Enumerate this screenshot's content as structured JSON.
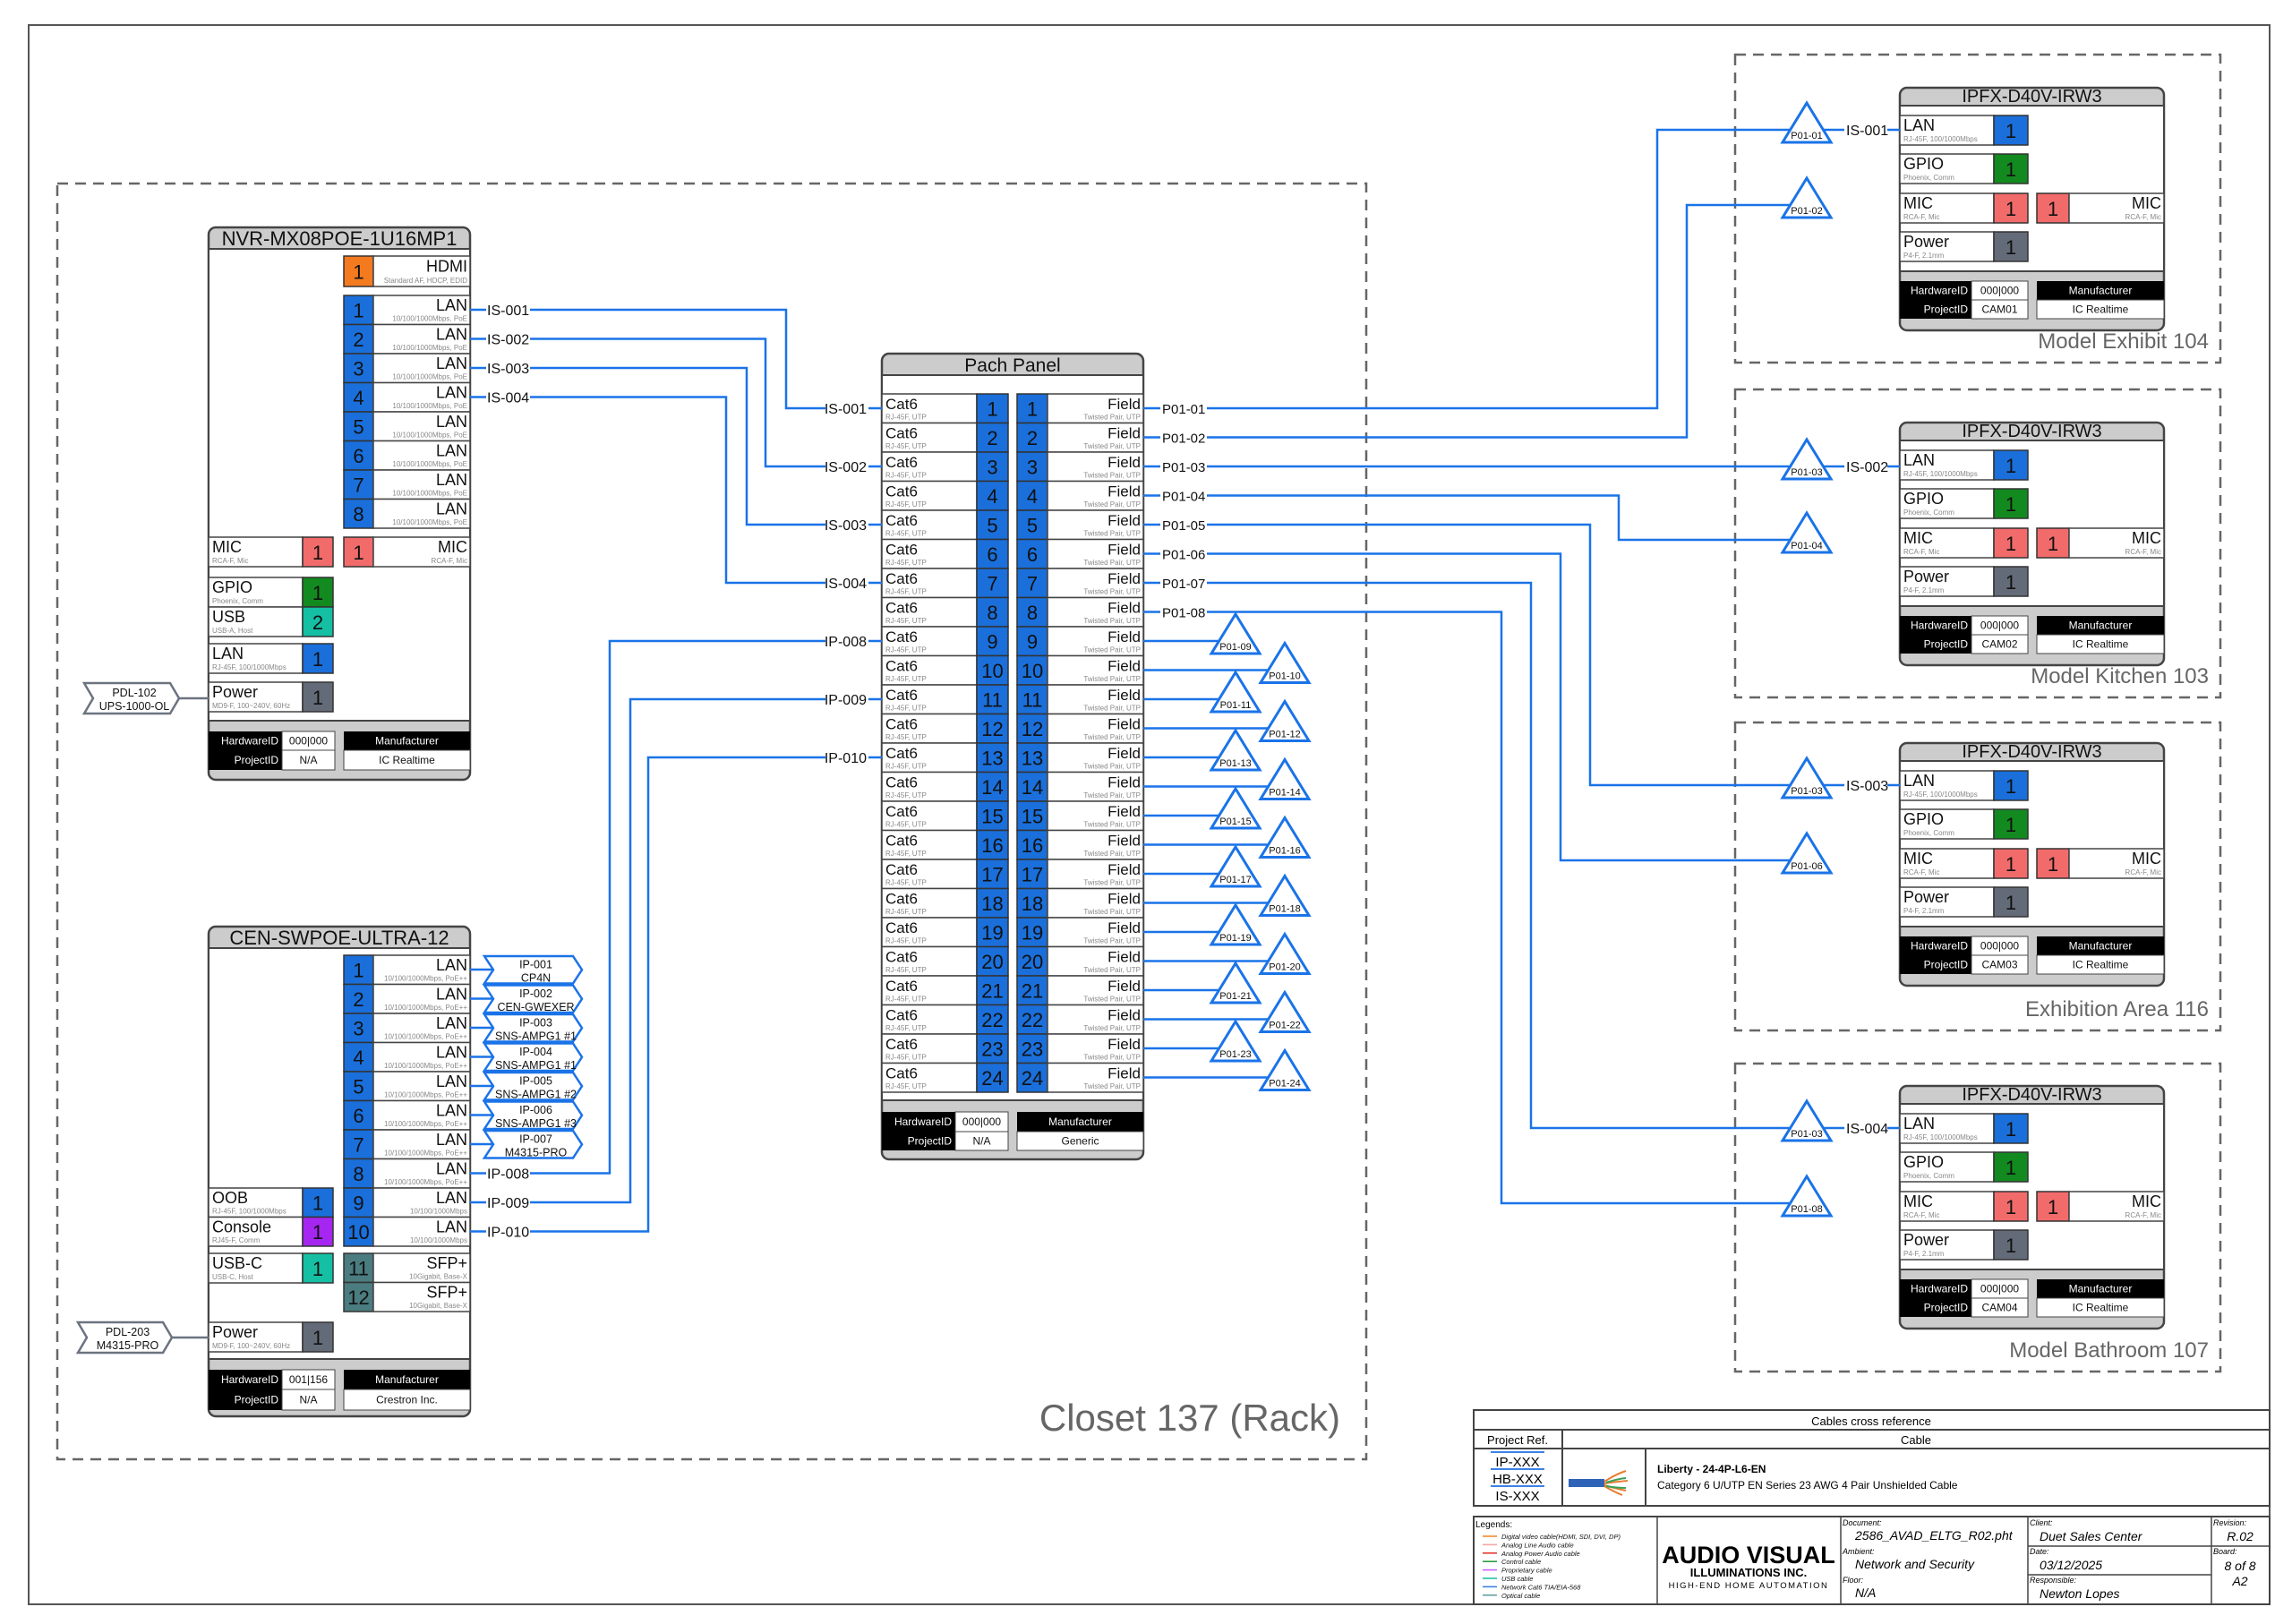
{
  "colors": {
    "wire": "#1a73e8",
    "lan": "#1a6fdb",
    "hdmi": "#f47a20",
    "mic": "#f26b6b",
    "gpio": "#138a1f",
    "usb": "#15bfa3",
    "power": "#646b78",
    "console": "#a526f0",
    "sfp": "#4b7c80",
    "frame_gray": "#cccccc"
  },
  "closet": {
    "label": "Closet 137 (Rack)"
  },
  "nvr": {
    "title": "NVR-MX08POE-1U16MP1",
    "ports": [
      {
        "num": "1",
        "name": "HDMI",
        "desc": "Standard AF, HDCP, EDID",
        "type": "hdmi"
      },
      {
        "num": "1",
        "name": "LAN",
        "desc": "10/100/1000Mbps, PoE",
        "type": "lan"
      },
      {
        "num": "2",
        "name": "LAN",
        "desc": "10/100/1000Mbps, PoE",
        "type": "lan"
      },
      {
        "num": "3",
        "name": "LAN",
        "desc": "10/100/1000Mbps, PoE",
        "type": "lan"
      },
      {
        "num": "4",
        "name": "LAN",
        "desc": "10/100/1000Mbps, PoE",
        "type": "lan"
      },
      {
        "num": "5",
        "name": "LAN",
        "desc": "10/100/1000Mbps, PoE",
        "type": "lan"
      },
      {
        "num": "6",
        "name": "LAN",
        "desc": "10/100/1000Mbps, PoE",
        "type": "lan"
      },
      {
        "num": "7",
        "name": "LAN",
        "desc": "10/100/1000Mbps, PoE",
        "type": "lan"
      },
      {
        "num": "8",
        "name": "LAN",
        "desc": "10/100/1000Mbps, PoE",
        "type": "lan"
      },
      {
        "num": "1",
        "name": "MIC",
        "desc": "RCA-F, Mic",
        "type": "mic"
      },
      {
        "num": "1",
        "name": "MIC",
        "desc": "RCA-F, Mic",
        "type": "mic"
      },
      {
        "num": "1",
        "name": "GPIO",
        "desc": "Phoenix, Comm",
        "type": "gpio"
      },
      {
        "num": "2",
        "name": "USB",
        "desc": "USB-A, Host",
        "type": "usb"
      },
      {
        "num": "1",
        "name": "LAN",
        "desc": "RJ-45F, 100/1000Mbps",
        "type": "lan"
      },
      {
        "num": "1",
        "name": "Power",
        "desc": "MD9-F, 100~240V, 60Hz",
        "type": "power"
      }
    ],
    "footer": {
      "hardware_id_label": "HardwareID",
      "hardware_id": "000|000",
      "project_id_label": "ProjectID",
      "project_id": "N/A",
      "manufacturer_label": "Manufacturer",
      "manufacturer": "IC Realtime"
    },
    "power_source": [
      "PDL-102",
      "UPS-1000-OL"
    ]
  },
  "switch": {
    "title": "CEN-SWPOE-ULTRA-12",
    "ports": [
      {
        "num": "1",
        "name": "LAN",
        "desc": "10/100/1000Mbps, PoE++",
        "type": "lan"
      },
      {
        "num": "2",
        "name": "LAN",
        "desc": "10/100/1000Mbps, PoE++",
        "type": "lan"
      },
      {
        "num": "3",
        "name": "LAN",
        "desc": "10/100/1000Mbps, PoE++",
        "type": "lan"
      },
      {
        "num": "4",
        "name": "LAN",
        "desc": "10/100/1000Mbps, PoE++",
        "type": "lan"
      },
      {
        "num": "5",
        "name": "LAN",
        "desc": "10/100/1000Mbps, PoE++",
        "type": "lan"
      },
      {
        "num": "6",
        "name": "LAN",
        "desc": "10/100/1000Mbps, PoE++",
        "type": "lan"
      },
      {
        "num": "7",
        "name": "LAN",
        "desc": "10/100/1000Mbps, PoE++",
        "type": "lan"
      },
      {
        "num": "8",
        "name": "LAN",
        "desc": "10/100/1000Mbps, PoE++",
        "type": "lan"
      },
      {
        "num": "9",
        "name": "LAN",
        "desc": "10/100/1000Mbps",
        "type": "lan"
      },
      {
        "num": "10",
        "name": "LAN",
        "desc": "10/100/1000Mbps",
        "type": "lan"
      },
      {
        "num": "11",
        "name": "SFP+",
        "desc": "10Gigabit, Base-X",
        "type": "sfp"
      },
      {
        "num": "12",
        "name": "SFP+",
        "desc": "10Gigabit, Base-X",
        "type": "sfp"
      },
      {
        "num": "1",
        "name": "OOB",
        "desc": "RJ-45F, 100/1000Mbps",
        "type": "lan"
      },
      {
        "num": "1",
        "name": "Console",
        "desc": "RJ45-F, Comm",
        "type": "console"
      },
      {
        "num": "1",
        "name": "USB-C",
        "desc": "USB-C, Host",
        "type": "usb"
      },
      {
        "num": "1",
        "name": "Power",
        "desc": "MD9-F, 100~240V, 60Hz",
        "type": "power"
      }
    ],
    "footer": {
      "hardware_id_label": "HardwareID",
      "hardware_id": "001|156",
      "project_id_label": "ProjectID",
      "project_id": "N/A",
      "manufacturer_label": "Manufacturer",
      "manufacturer": "Crestron Inc."
    },
    "power_source": [
      "PDL-203",
      "M4315-PRO"
    ],
    "ip_tags": [
      {
        "id": "IP-001",
        "device": "CP4N"
      },
      {
        "id": "IP-002",
        "device": "CEN-GWEXER"
      },
      {
        "id": "IP-003",
        "device": "SNS-AMPG1 #1"
      },
      {
        "id": "IP-004",
        "device": "SNS-AMPG1 #1"
      },
      {
        "id": "IP-005",
        "device": "SNS-AMPG1 #2"
      },
      {
        "id": "IP-006",
        "device": "SNS-AMPG1 #3"
      },
      {
        "id": "IP-007",
        "device": "M4315-PRO"
      }
    ]
  },
  "nvr_links": [
    {
      "port": "1",
      "label": "IS-001",
      "panel_port": "1"
    },
    {
      "port": "2",
      "label": "IS-002",
      "panel_port": "3"
    },
    {
      "port": "3",
      "label": "IS-003",
      "panel_port": "5"
    },
    {
      "port": "4",
      "label": "IS-004",
      "panel_port": "7"
    }
  ],
  "switch_links": [
    {
      "port": "8",
      "label": "IP-008",
      "panel_port": "9"
    },
    {
      "port": "9",
      "label": "IP-009",
      "panel_port": "11"
    },
    {
      "port": "10",
      "label": "IP-010",
      "panel_port": "13"
    }
  ],
  "panel": {
    "title": "Pach Panel",
    "rows": [
      {
        "num": "1",
        "in": {
          "name": "Cat6",
          "desc": "RJ-45F, UTP"
        },
        "out": {
          "name": "Field",
          "desc": "Twisted Pair, UTP"
        }
      },
      {
        "num": "2",
        "in": {
          "name": "Cat6",
          "desc": "RJ-45F, UTP"
        },
        "out": {
          "name": "Field",
          "desc": "Twisted Pair, UTP"
        }
      },
      {
        "num": "3",
        "in": {
          "name": "Cat6",
          "desc": "RJ-45F, UTP"
        },
        "out": {
          "name": "Field",
          "desc": "Twisted Pair, UTP"
        }
      },
      {
        "num": "4",
        "in": {
          "name": "Cat6",
          "desc": "RJ-45F, UTP"
        },
        "out": {
          "name": "Field",
          "desc": "Twisted Pair, UTP"
        }
      },
      {
        "num": "5",
        "in": {
          "name": "Cat6",
          "desc": "RJ-45F, UTP"
        },
        "out": {
          "name": "Field",
          "desc": "Twisted Pair, UTP"
        }
      },
      {
        "num": "6",
        "in": {
          "name": "Cat6",
          "desc": "RJ-45F, UTP"
        },
        "out": {
          "name": "Field",
          "desc": "Twisted Pair, UTP"
        }
      },
      {
        "num": "7",
        "in": {
          "name": "Cat6",
          "desc": "RJ-45F, UTP"
        },
        "out": {
          "name": "Field",
          "desc": "Twisted Pair, UTP"
        }
      },
      {
        "num": "8",
        "in": {
          "name": "Cat6",
          "desc": "RJ-45F, UTP"
        },
        "out": {
          "name": "Field",
          "desc": "Twisted Pair, UTP"
        }
      },
      {
        "num": "9",
        "in": {
          "name": "Cat6",
          "desc": "RJ-45F, UTP"
        },
        "out": {
          "name": "Field",
          "desc": "Twisted Pair, UTP"
        }
      },
      {
        "num": "10",
        "in": {
          "name": "Cat6",
          "desc": "RJ-45F, UTP"
        },
        "out": {
          "name": "Field",
          "desc": "Twisted Pair, UTP"
        }
      },
      {
        "num": "11",
        "in": {
          "name": "Cat6",
          "desc": "RJ-45F, UTP"
        },
        "out": {
          "name": "Field",
          "desc": "Twisted Pair, UTP"
        }
      },
      {
        "num": "12",
        "in": {
          "name": "Cat6",
          "desc": "RJ-45F, UTP"
        },
        "out": {
          "name": "Field",
          "desc": "Twisted Pair, UTP"
        }
      },
      {
        "num": "13",
        "in": {
          "name": "Cat6",
          "desc": "RJ-45F, UTP"
        },
        "out": {
          "name": "Field",
          "desc": "Twisted Pair, UTP"
        }
      },
      {
        "num": "14",
        "in": {
          "name": "Cat6",
          "desc": "RJ-45F, UTP"
        },
        "out": {
          "name": "Field",
          "desc": "Twisted Pair, UTP"
        }
      },
      {
        "num": "15",
        "in": {
          "name": "Cat6",
          "desc": "RJ-45F, UTP"
        },
        "out": {
          "name": "Field",
          "desc": "Twisted Pair, UTP"
        }
      },
      {
        "num": "16",
        "in": {
          "name": "Cat6",
          "desc": "RJ-45F, UTP"
        },
        "out": {
          "name": "Field",
          "desc": "Twisted Pair, UTP"
        }
      },
      {
        "num": "17",
        "in": {
          "name": "Cat6",
          "desc": "RJ-45F, UTP"
        },
        "out": {
          "name": "Field",
          "desc": "Twisted Pair, UTP"
        }
      },
      {
        "num": "18",
        "in": {
          "name": "Cat6",
          "desc": "RJ-45F, UTP"
        },
        "out": {
          "name": "Field",
          "desc": "Twisted Pair, UTP"
        }
      },
      {
        "num": "19",
        "in": {
          "name": "Cat6",
          "desc": "RJ-45F, UTP"
        },
        "out": {
          "name": "Field",
          "desc": "Twisted Pair, UTP"
        }
      },
      {
        "num": "20",
        "in": {
          "name": "Cat6",
          "desc": "RJ-45F, UTP"
        },
        "out": {
          "name": "Field",
          "desc": "Twisted Pair, UTP"
        }
      },
      {
        "num": "21",
        "in": {
          "name": "Cat6",
          "desc": "RJ-45F, UTP"
        },
        "out": {
          "name": "Field",
          "desc": "Twisted Pair, UTP"
        }
      },
      {
        "num": "22",
        "in": {
          "name": "Cat6",
          "desc": "RJ-45F, UTP"
        },
        "out": {
          "name": "Field",
          "desc": "Twisted Pair, UTP"
        }
      },
      {
        "num": "23",
        "in": {
          "name": "Cat6",
          "desc": "RJ-45F, UTP"
        },
        "out": {
          "name": "Field",
          "desc": "Twisted Pair, UTP"
        }
      },
      {
        "num": "24",
        "in": {
          "name": "Cat6",
          "desc": "RJ-45F, UTP"
        },
        "out": {
          "name": "Field",
          "desc": "Twisted Pair, UTP"
        }
      }
    ],
    "footer": {
      "hardware_id_label": "HardwareID",
      "hardware_id": "000|000",
      "project_id_label": "ProjectID",
      "project_id": "N/A",
      "manufacturer_label": "Manufacturer",
      "manufacturer": "Generic"
    },
    "out_labels": [
      "P01-01",
      "P01-02",
      "P01-03",
      "P01-04",
      "P01-05",
      "P01-06",
      "P01-07",
      "P01-08"
    ],
    "field_tags": [
      "P01-09",
      "P01-10",
      "P01-11",
      "P01-12",
      "P01-13",
      "P01-14",
      "P01-15",
      "P01-16",
      "P01-17",
      "P01-18",
      "P01-19",
      "P01-20",
      "P01-21",
      "P01-22",
      "P01-23",
      "P01-24"
    ]
  },
  "cameras": [
    {
      "area": "Model Exhibit 104",
      "title": "IPFX-D40V-IRW3",
      "cable": "IS-001",
      "tags": [
        "P01-01",
        "P01-02"
      ],
      "ports": [
        {
          "num": "1",
          "name": "LAN",
          "desc": "RJ-45F, 100/1000Mbps",
          "type": "lan"
        },
        {
          "num": "1",
          "name": "GPIO",
          "desc": "Phoenix, Comm",
          "type": "gpio"
        },
        {
          "num": "1",
          "name": "MIC",
          "desc": "RCA-F, Mic",
          "type": "mic"
        },
        {
          "num": "1",
          "name": "MIC",
          "desc": "RCA-F, Mic",
          "type": "mic"
        },
        {
          "num": "1",
          "name": "Power",
          "desc": "P4-F, 2.1mm",
          "type": "power"
        }
      ],
      "footer": {
        "hardware_id_label": "HardwareID",
        "hardware_id": "000|000",
        "project_id_label": "ProjectID",
        "project_id": "CAM01",
        "manufacturer_label": "Manufacturer",
        "manufacturer": "IC Realtime"
      }
    },
    {
      "area": "Model Kitchen 103",
      "title": "IPFX-D40V-IRW3",
      "cable": "IS-002",
      "tags": [
        "P01-03",
        "P01-04"
      ],
      "ports": [
        {
          "num": "1",
          "name": "LAN",
          "desc": "RJ-45F, 100/1000Mbps",
          "type": "lan"
        },
        {
          "num": "1",
          "name": "GPIO",
          "desc": "Phoenix, Comm",
          "type": "gpio"
        },
        {
          "num": "1",
          "name": "MIC",
          "desc": "RCA-F, Mic",
          "type": "mic"
        },
        {
          "num": "1",
          "name": "MIC",
          "desc": "RCA-F, Mic",
          "type": "mic"
        },
        {
          "num": "1",
          "name": "Power",
          "desc": "P4-F, 2.1mm",
          "type": "power"
        }
      ],
      "footer": {
        "hardware_id_label": "HardwareID",
        "hardware_id": "000|000",
        "project_id_label": "ProjectID",
        "project_id": "CAM02",
        "manufacturer_label": "Manufacturer",
        "manufacturer": "IC Realtime"
      }
    },
    {
      "area": "Exhibition Area 116",
      "title": "IPFX-D40V-IRW3",
      "cable": "IS-003",
      "tags": [
        "P01-03",
        "P01-06"
      ],
      "ports": [
        {
          "num": "1",
          "name": "LAN",
          "desc": "RJ-45F, 100/1000Mbps",
          "type": "lan"
        },
        {
          "num": "1",
          "name": "GPIO",
          "desc": "Phoenix, Comm",
          "type": "gpio"
        },
        {
          "num": "1",
          "name": "MIC",
          "desc": "RCA-F, Mic",
          "type": "mic"
        },
        {
          "num": "1",
          "name": "MIC",
          "desc": "RCA-F, Mic",
          "type": "mic"
        },
        {
          "num": "1",
          "name": "Power",
          "desc": "P4-F, 2.1mm",
          "type": "power"
        }
      ],
      "footer": {
        "hardware_id_label": "HardwareID",
        "hardware_id": "000|000",
        "project_id_label": "ProjectID",
        "project_id": "CAM03",
        "manufacturer_label": "Manufacturer",
        "manufacturer": "IC Realtime"
      }
    },
    {
      "area": "Model Bathroom 107",
      "title": "IPFX-D40V-IRW3",
      "cable": "IS-004",
      "tags": [
        "P01-03",
        "P01-08"
      ],
      "ports": [
        {
          "num": "1",
          "name": "LAN",
          "desc": "RJ-45F, 100/1000Mbps",
          "type": "lan"
        },
        {
          "num": "1",
          "name": "GPIO",
          "desc": "Phoenix, Comm",
          "type": "gpio"
        },
        {
          "num": "1",
          "name": "MIC",
          "desc": "RCA-F, Mic",
          "type": "mic"
        },
        {
          "num": "1",
          "name": "MIC",
          "desc": "RCA-F, Mic",
          "type": "mic"
        },
        {
          "num": "1",
          "name": "Power",
          "desc": "P4-F, 2.1mm",
          "type": "power"
        }
      ],
      "footer": {
        "hardware_id_label": "HardwareID",
        "hardware_id": "000|000",
        "project_id_label": "ProjectID",
        "project_id": "CAM04",
        "manufacturer_label": "Manufacturer",
        "manufacturer": "IC Realtime"
      }
    }
  ],
  "cable_reference": {
    "title": "Cables cross reference",
    "col_ref": "Project Ref.",
    "col_cable": "Cable",
    "refs": [
      "IP-XXX",
      "HB-XXX",
      "IS-XXX"
    ],
    "cable_name": "Liberty - 24-4P-L6-EN",
    "cable_desc": "Category 6 U/UTP EN Series 23 AWG 4 Pair Unshielded Cable"
  },
  "title_block": {
    "legends_label": "Legends:",
    "legends": [
      {
        "label": "Digital video cable(HDMI, SDI, DVI, DP)",
        "color": "#f28a30"
      },
      {
        "label": "Analog Line Audio cable",
        "color": "#f4a6a6"
      },
      {
        "label": "Analog Power Audio cable",
        "color": "#e53935"
      },
      {
        "label": "Control cable",
        "color": "#2e9e3e"
      },
      {
        "label": "Proprietary cable",
        "color": "#cc66ff"
      },
      {
        "label": "USB cable",
        "color": "#22c4a8"
      },
      {
        "label": "Network Cat6 TIA/EIA-568",
        "color": "#3c82e6"
      },
      {
        "label": "Optical cable",
        "color": "#6aa0a0"
      }
    ],
    "logo": {
      "line1": "AUDIO VISUAL",
      "line2": "ILLUMINATIONS INC.",
      "line3": "HIGH-END HOME AUTOMATION"
    },
    "document_label": "Document:",
    "document": "2586_AVAD_ELTG_R02.pht",
    "ambient_label": "Ambient:",
    "ambient": "Network and Security",
    "floor_label": "Floor:",
    "floor": "N/A",
    "client_label": "Client:",
    "client": "Duet Sales Center",
    "date_label": "Date:",
    "date": "03/12/2025",
    "responsible_label": "Responsible:",
    "responsible": "Newton Lopes",
    "revision_label": "Revision:",
    "revision": "R.02",
    "board_label": "Board:",
    "board": "8 of 8",
    "size": "A2"
  }
}
